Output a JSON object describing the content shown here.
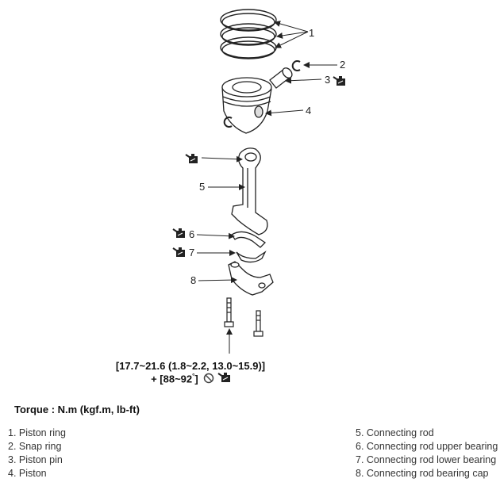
{
  "callouts": {
    "c1": "1",
    "c2": "2",
    "c3": "3",
    "c4": "4",
    "c5": "5",
    "c6": "6",
    "c7": "7",
    "c8": "8"
  },
  "spec": {
    "line1": "[17.7~21.6 (1.8~2.2, 13.0~15.9)]",
    "line2_prefix": "+ [88~92",
    "line2_degree": "°",
    "line2_suffix": "]"
  },
  "torque_label": "Torque : N.m (kgf.m, lb-ft)",
  "legend_left": [
    "1. Piston ring",
    "2. Snap ring",
    "3. Piston pin",
    "4. Piston"
  ],
  "legend_right": [
    "5. Connecting rod",
    "6. Connecting rod upper bearing",
    "7. Connecting rod lower bearing",
    "8. Connecting rod bearing cap"
  ],
  "icons": [
    "oil-can-icon",
    "no-reuse-icon"
  ]
}
